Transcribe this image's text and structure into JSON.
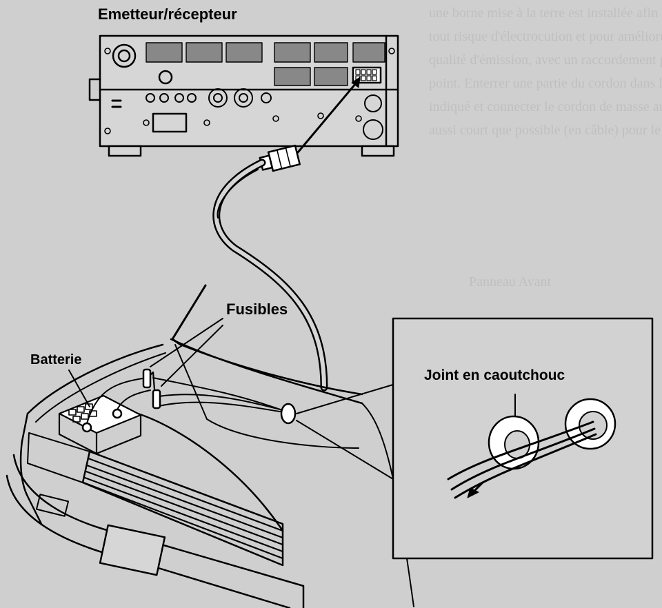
{
  "labels": {
    "transceiver": "Emetteur/récepteur",
    "fuses": "Fusibles",
    "battery": "Batterie",
    "grommet": "Joint en caoutchouc"
  },
  "bleed_through": [
    "une borne mise à la terre est installée afin de prévenir",
    "tout risque d'électrocution et pour améliorer la bonne",
    "qualité d'émission, avec un raccordement par la même",
    "point. Enterrer une partie du cordon dans le sol comme",
    "indiqué et connecter le cordon de masse au moyen de câble",
    "aussi court que possible (en câble) pour le raccordement",
    "Panneau Avant"
  ],
  "colors": {
    "background": "#cfcfcf",
    "ink": "#000000",
    "panel": "#d6d6d6",
    "inset_panel": "#d2d2d2"
  }
}
